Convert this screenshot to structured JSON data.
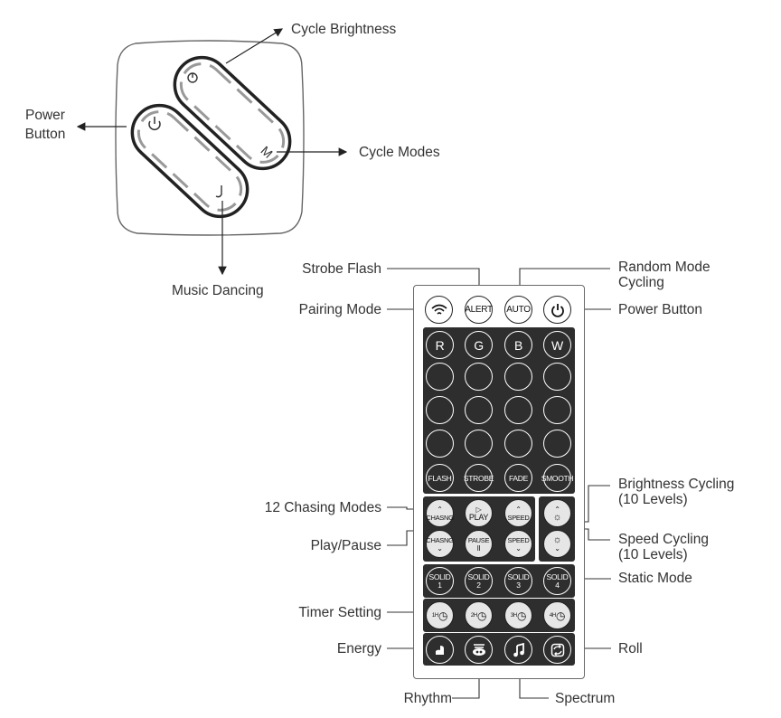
{
  "top_remote": {
    "labels": {
      "cycle_brightness": "Cycle Brightness",
      "power_button": [
        "Power",
        "Button"
      ],
      "cycle_modes": "Cycle Modes",
      "music_dancing": "Music Dancing"
    },
    "key_marks": {
      "mode": "M"
    }
  },
  "remote_labels": {
    "strobe_flash": "Strobe Flash",
    "random_mode_cycling": [
      "Random Mode",
      "Cycling"
    ],
    "pairing_mode": "Pairing Mode",
    "power_button": "Power Button",
    "chasing_modes": "12 Chasing Modes",
    "brightness_cycling": [
      "Brightness Cycling",
      "(10 Levels)"
    ],
    "play_pause": "Play/Pause",
    "speed_cycling": [
      "Speed Cycling",
      "(10 Levels)"
    ],
    "static_mode": "Static Mode",
    "timer_setting": "Timer Setting",
    "energy": "Energy",
    "roll": "Roll",
    "rhythm": "Rhythm",
    "spectrum": "Spectrum"
  },
  "remote_buttons": {
    "top_row": [
      "wifi-icon",
      "ALERT",
      "AUTO",
      "power-icon"
    ],
    "color_row": [
      "R",
      "G",
      "B",
      "W"
    ],
    "effects_row": [
      "FLASH",
      "STROBE",
      "FADE",
      "SMOOTH"
    ],
    "chasing_up": "CHASNG",
    "play": "PLAY",
    "speed_up": "SPEED",
    "chasing_down": "CHASNG",
    "pause": "PAUSE",
    "speed_down": "SPEED",
    "solid": [
      {
        "top": "SOLID",
        "num": "1"
      },
      {
        "top": "SOLID",
        "num": "2"
      },
      {
        "top": "SOLID",
        "num": "3"
      },
      {
        "top": "SOLID",
        "num": "4"
      }
    ],
    "timers": [
      "1H",
      "2H",
      "3H",
      "4H"
    ],
    "music_row": [
      "energy-icon",
      "rhythm-icon",
      "music-note-icon",
      "roll-icon"
    ]
  }
}
